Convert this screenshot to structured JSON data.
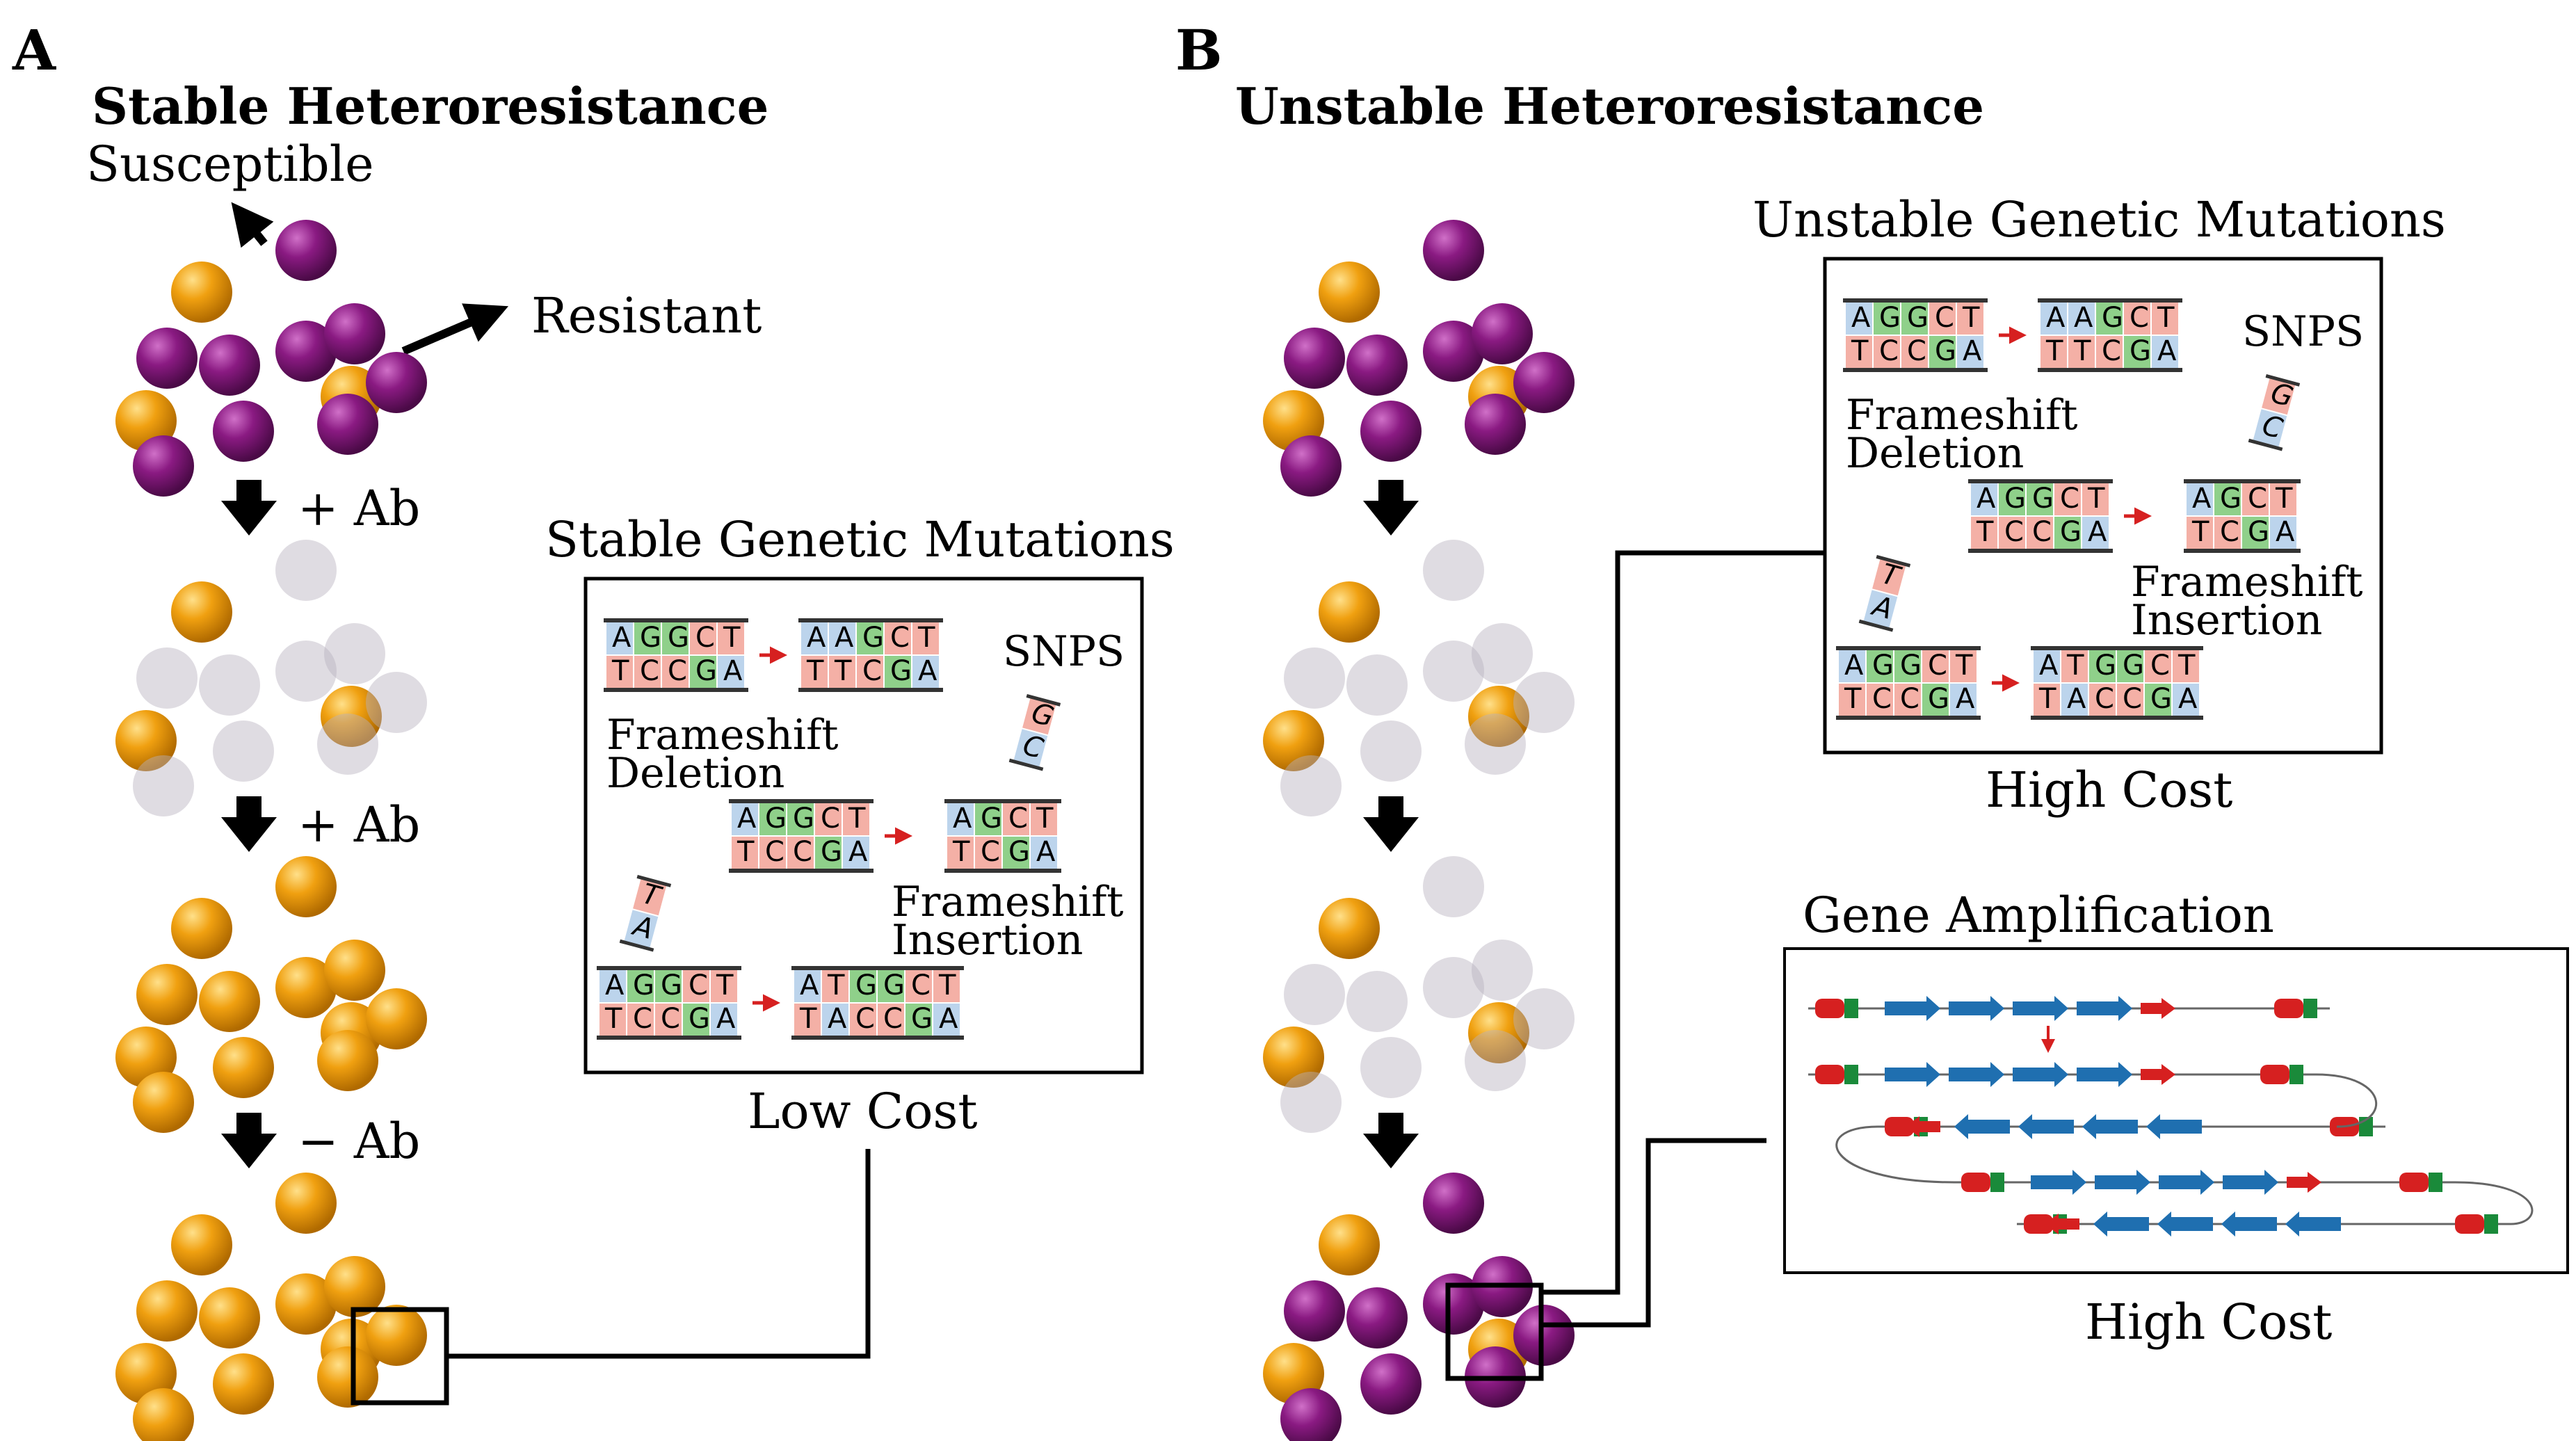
{
  "panel_a": {
    "letter": "A",
    "title": "Stable Heteroresistance",
    "susceptible_label": "Susceptible",
    "resistant_label": "Resistant",
    "step_labels": [
      "+ Ab",
      "+ Ab",
      "− Ab"
    ],
    "box_title": "Stable Genetic Mutations",
    "cost_label": "Low Cost"
  },
  "panel_b": {
    "letter": "B",
    "title": "Unstable Heteroresistance",
    "box_title": "Unstable Genetic Mutations",
    "cost_label": "High Cost",
    "amp_title": "Gene Amplification",
    "amp_cost_label": "High Cost"
  },
  "mutations": {
    "snps_label": "SNPS",
    "deletion_label_1": "Frameshift",
    "deletion_label_2": "Deletion",
    "insertion_label_1": "Frameshift",
    "insertion_label_2": "Insertion",
    "snp_before": {
      "top": [
        "A",
        "G",
        "G",
        "C",
        "T"
      ],
      "bottom": [
        "T",
        "C",
        "C",
        "G",
        "A"
      ]
    },
    "snp_after": {
      "top": [
        "A",
        "A",
        "G",
        "C",
        "T"
      ],
      "bottom": [
        "T",
        "T",
        "C",
        "G",
        "A"
      ]
    },
    "del_before": {
      "top": [
        "A",
        "G",
        "G",
        "C",
        "T"
      ],
      "bottom": [
        "T",
        "C",
        "C",
        "G",
        "A"
      ]
    },
    "del_after": {
      "top": [
        "A",
        "G",
        "C",
        "T"
      ],
      "bottom": [
        "T",
        "C",
        "G",
        "A"
      ]
    },
    "del_removed": [
      "G",
      "C"
    ],
    "ins_before": {
      "top": [
        "A",
        "G",
        "G",
        "C",
        "T"
      ],
      "bottom": [
        "T",
        "C",
        "C",
        "G",
        "A"
      ]
    },
    "ins_after": {
      "top": [
        "A",
        "T",
        "G",
        "G",
        "C",
        "T"
      ],
      "bottom": [
        "T",
        "A",
        "C",
        "C",
        "G",
        "A"
      ]
    },
    "ins_added": [
      "T",
      "A"
    ]
  },
  "colors": {
    "susceptible": "#8a1a82",
    "resistant": "#f0a010",
    "dead": "#c8c4cc",
    "base_A": "#bcd4ec",
    "base_G": "#8fd08a",
    "base_C": "#f4b0a6",
    "base_T": "#f4b0a6",
    "gene_blue": "#1f6fb0",
    "gene_red": "#d62020",
    "gene_green": "#1a8a3a"
  }
}
